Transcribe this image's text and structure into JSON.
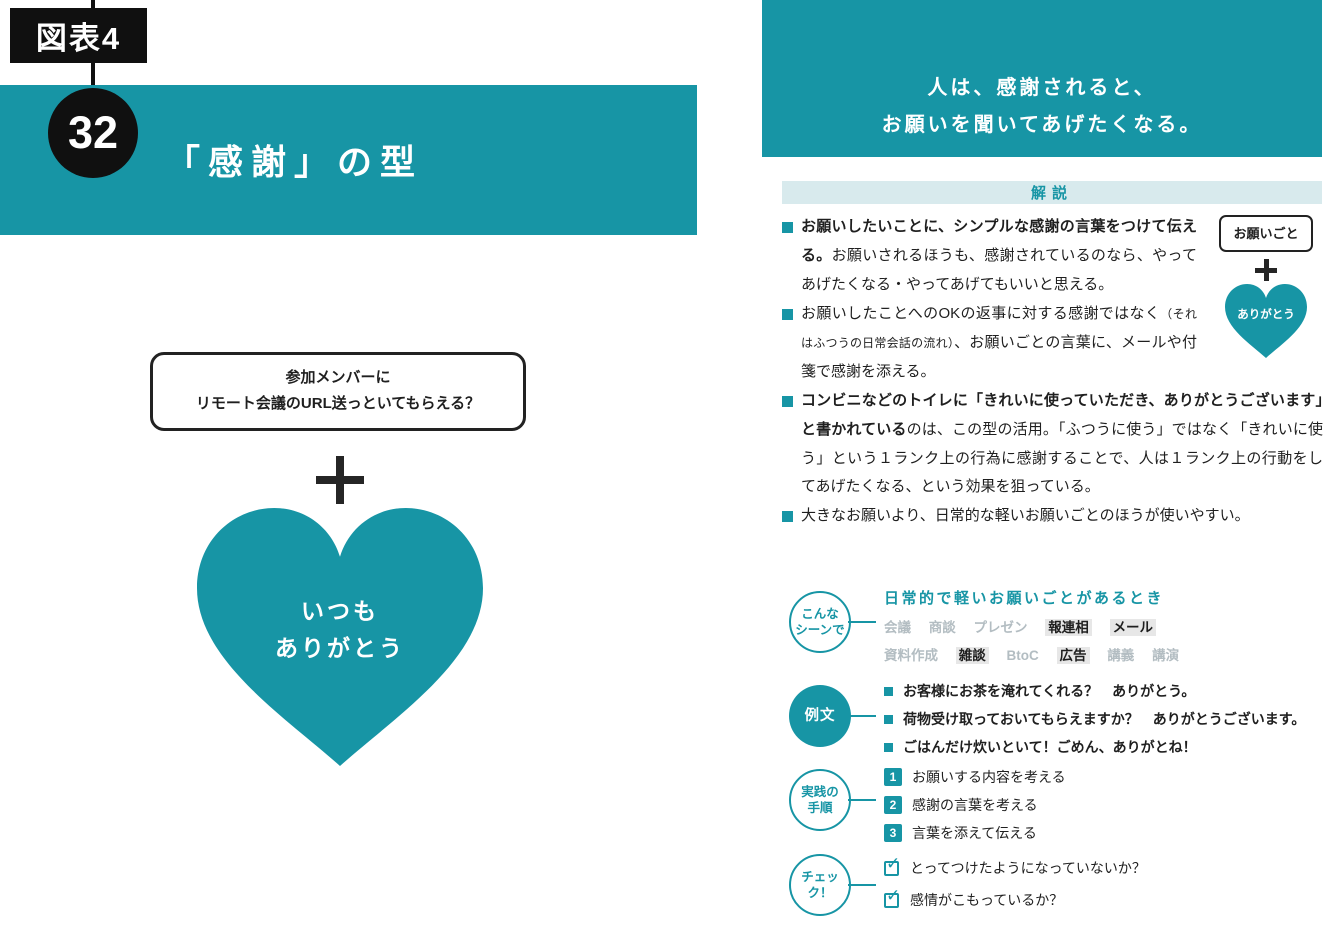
{
  "figure_label": "図表4",
  "left": {
    "number": "32",
    "title": "「感謝」の型",
    "bubble_line1": "参加メンバーに",
    "bubble_line2": "リモート会議のURL送っといてもらえる？",
    "heart_line1": "いつも",
    "heart_line2": "ありがとう"
  },
  "right": {
    "headline1": "人は、感謝されると、",
    "headline2": "お願いを聞いてあげたくなる。",
    "section_label": "解説",
    "bullet1_bold": "お願いしたいことに、シンプルな感謝の言葉をつけて伝える。",
    "bullet1_rest": "お願いされるほうも、感謝されているのなら、やってあげたくなる・やってあげてもいいと思える。",
    "bullet2_a": "お願いしたことへのOKの返事に対する感謝ではなく",
    "bullet2_small": "（それはふつうの日常会話の流れ）",
    "bullet2_b": "、お願いごとの言葉に、メールや付箋で感謝を添える。",
    "bullet3_bold": "コンビニなどのトイレに「きれいに使っていただき、ありがとうございます」と書かれている",
    "bullet3_rest": "のは、この型の活用。「ふつうに使う」ではなく「きれいに使う」という１ランク上の行為に感謝することで、人は１ランク上の行動をしてあげたくなる、という効果を狙っている。",
    "bullet4": "大きなお願いより、日常的な軽いお願いごとのほうが使いやすい。",
    "diagram": {
      "box_label": "お願いごと",
      "heart_label": "ありがとう"
    },
    "scenes": {
      "circle_line1": "こんな",
      "circle_line2": "シーンで",
      "heading": "日常的で軽いお願いごとがあるとき",
      "tags_row1": [
        {
          "label": "会議",
          "active": false
        },
        {
          "label": "商談",
          "active": false
        },
        {
          "label": "プレゼン",
          "active": false
        },
        {
          "label": "報連相",
          "active": true
        },
        {
          "label": "メール",
          "active": true
        }
      ],
      "tags_row2": [
        {
          "label": "資料作成",
          "active": false
        },
        {
          "label": "雑談",
          "active": true
        },
        {
          "label": "BtoC",
          "active": false
        },
        {
          "label": "広告",
          "active": true
        },
        {
          "label": "講義",
          "active": false
        },
        {
          "label": "講演",
          "active": false
        }
      ]
    },
    "examples": {
      "circle_label": "例文",
      "items": [
        "お客様にお茶を淹れてくれる？　ありがとう。",
        "荷物受け取っておいてもらえますか？　ありがとうございます。",
        "ごはんだけ炊いといて！ごめん、ありがとね！"
      ]
    },
    "steps": {
      "circle_line1": "実践の",
      "circle_line2": "手順",
      "items": [
        {
          "num": "1",
          "text": "お願いする内容を考える"
        },
        {
          "num": "2",
          "text": "感謝の言葉を考える"
        },
        {
          "num": "3",
          "text": "言葉を添えて伝える"
        }
      ]
    },
    "checks": {
      "circle_label": "チェック！",
      "items": [
        "とってつけたようになっていないか？",
        "感情がこもっているか？"
      ]
    }
  },
  "colors": {
    "teal": "#1795a5",
    "teal_light": "#d8eaed",
    "ink": "#1f1f1f",
    "gray": "#b3bdc2",
    "tagbg": "#e7e7e7"
  }
}
